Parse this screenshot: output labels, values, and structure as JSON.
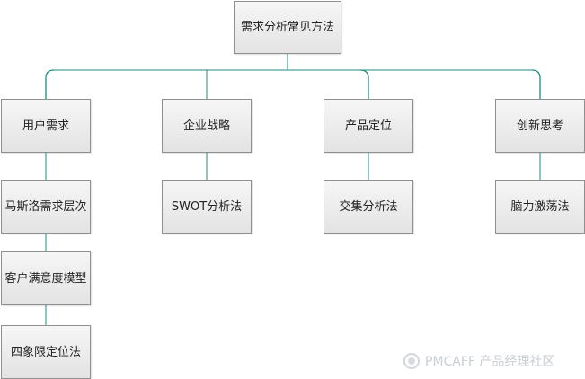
{
  "diagram": {
    "root": {
      "label": "需求分析常见方法"
    },
    "branches": [
      {
        "label": "用户需求",
        "children": [
          "马斯洛需求层次",
          "客户满意度模型",
          "四象限定位法"
        ]
      },
      {
        "label": "企业战略",
        "children": [
          "SWOT分析法"
        ]
      },
      {
        "label": "产品定位",
        "children": [
          "交集分析法"
        ]
      },
      {
        "label": "创新思考",
        "children": [
          "脑力激荡法"
        ]
      }
    ],
    "connector_color": "#1f8a8a",
    "node_fill": "#ececec",
    "node_border": "#8f8f8f"
  },
  "watermark": {
    "text": "PMCAFF 产品经理社区"
  }
}
